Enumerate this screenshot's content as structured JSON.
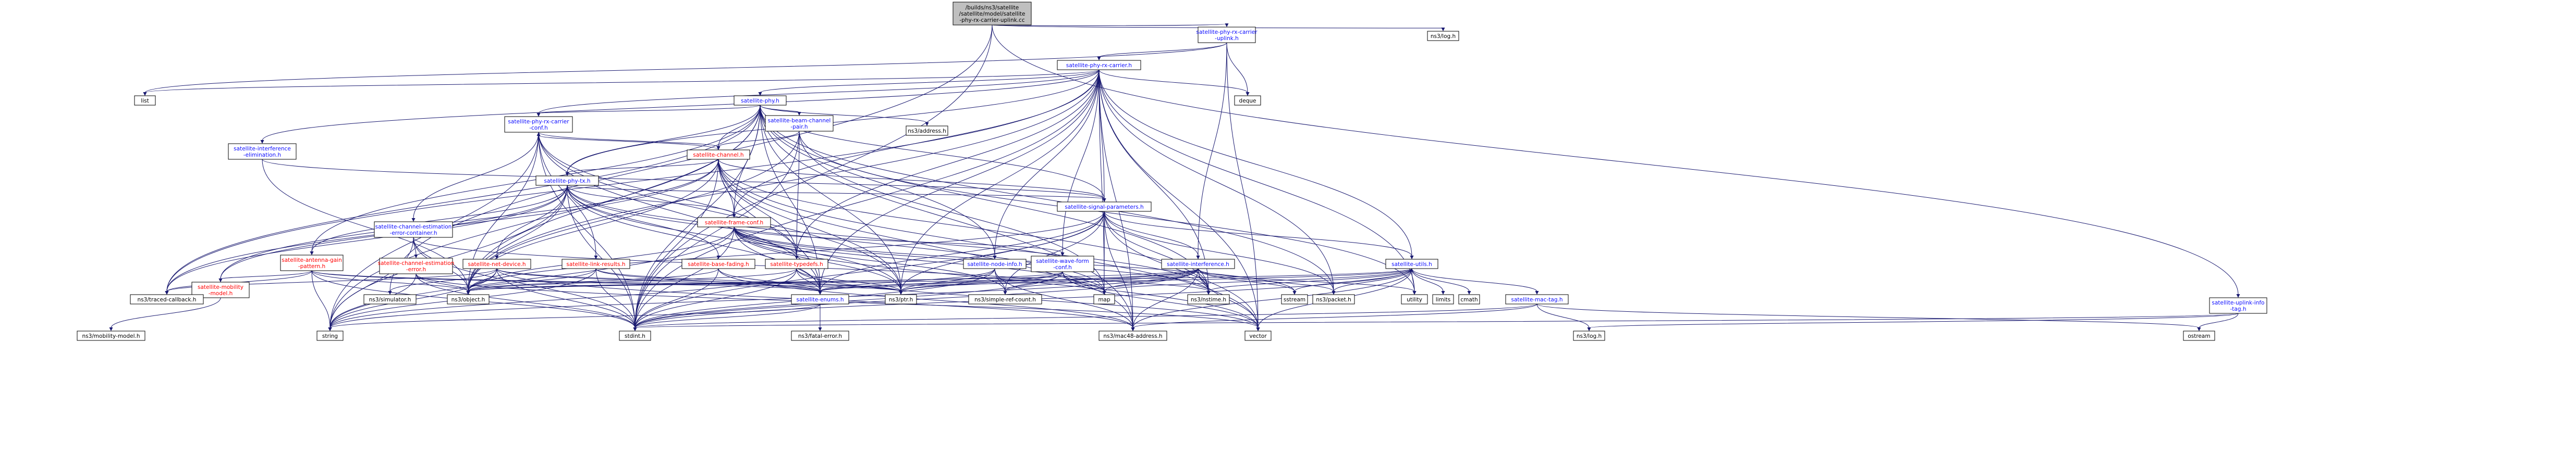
{
  "graph": {
    "colors": {
      "edge": "#191970",
      "link_text": "#0d0dff",
      "missing_text": "#ff0000",
      "root_fill": "#bfbfbf"
    },
    "nodes": [
      {
        "id": "root",
        "lines": [
          "/builds/ns3/satellite",
          "/satellite/model/satellite",
          "-phy-rx-carrier-uplink.cc"
        ],
        "kind": "root"
      },
      {
        "id": "rxul",
        "lines": [
          "satellite-phy-rx-carrier",
          "-uplink.h"
        ],
        "kind": "link"
      },
      {
        "id": "log",
        "lines": [
          "ns3/log.h"
        ],
        "kind": "plain"
      },
      {
        "id": "uplinkinfo",
        "lines": [
          "satellite-uplink-info",
          "-tag.h"
        ],
        "kind": "link"
      },
      {
        "id": "rxc",
        "lines": [
          "satellite-phy-rx-carrier.h"
        ],
        "kind": "link"
      },
      {
        "id": "list",
        "lines": [
          "list"
        ],
        "kind": "plain"
      },
      {
        "id": "phyh",
        "lines": [
          "satellite-phy.h"
        ],
        "kind": "link"
      },
      {
        "id": "deque",
        "lines": [
          "deque"
        ],
        "kind": "plain"
      },
      {
        "id": "ielim",
        "lines": [
          "satellite-interference",
          "-elimination.h"
        ],
        "kind": "link"
      },
      {
        "id": "rxconf",
        "lines": [
          "satellite-phy-rx-carrier",
          "-conf.h"
        ],
        "kind": "link"
      },
      {
        "id": "address",
        "lines": [
          "ns3/address.h"
        ],
        "kind": "plain"
      },
      {
        "id": "beampan",
        "lines": [
          "satellite-beam-channel",
          "-pair.h"
        ],
        "kind": "link"
      },
      {
        "id": "channel",
        "lines": [
          "satellite-channel.h"
        ],
        "kind": "missing"
      },
      {
        "id": "phytx",
        "lines": [
          "satellite-phy-tx.h"
        ],
        "kind": "link"
      },
      {
        "id": "cee",
        "lines": [
          "satellite-channel-estimation",
          "-error-container.h"
        ],
        "kind": "link"
      },
      {
        "id": "frameconf",
        "lines": [
          "satellite-frame-conf.h"
        ],
        "kind": "missing"
      },
      {
        "id": "sigparams",
        "lines": [
          "satellite-signal-parameters.h"
        ],
        "kind": "link"
      },
      {
        "id": "antenna",
        "lines": [
          "satellite-antenna-gain",
          "-pattern.h"
        ],
        "kind": "missing"
      },
      {
        "id": "netdev",
        "lines": [
          "satellite-net-device.h"
        ],
        "kind": "missing"
      },
      {
        "id": "ceerr",
        "lines": [
          "satellite-channel-estimation",
          "-error.h"
        ],
        "kind": "missing"
      },
      {
        "id": "linkres",
        "lines": [
          "satellite-link-results.h"
        ],
        "kind": "missing"
      },
      {
        "id": "basefad",
        "lines": [
          "satellite-base-fading.h"
        ],
        "kind": "missing"
      },
      {
        "id": "typedefs",
        "lines": [
          "satellite-typedefs.h"
        ],
        "kind": "missing"
      },
      {
        "id": "nodeinfo",
        "lines": [
          "satellite-node-info.h"
        ],
        "kind": "link"
      },
      {
        "id": "waveform",
        "lines": [
          "satellite-wave-form",
          "-conf.h"
        ],
        "kind": "link"
      },
      {
        "id": "interference",
        "lines": [
          "satellite-interference.h"
        ],
        "kind": "link"
      },
      {
        "id": "utils",
        "lines": [
          "satellite-utils.h"
        ],
        "kind": "link"
      },
      {
        "id": "mobilitymodel",
        "lines": [
          "satellite-mobility",
          "-model.h"
        ],
        "kind": "missing"
      },
      {
        "id": "traced",
        "lines": [
          "ns3/traced-callback.h"
        ],
        "kind": "plain"
      },
      {
        "id": "simulator",
        "lines": [
          "ns3/simulator.h"
        ],
        "kind": "plain"
      },
      {
        "id": "object",
        "lines": [
          "ns3/object.h"
        ],
        "kind": "plain"
      },
      {
        "id": "enums",
        "lines": [
          "satellite-enums.h"
        ],
        "kind": "link"
      },
      {
        "id": "ptr",
        "lines": [
          "ns3/ptr.h"
        ],
        "kind": "plain"
      },
      {
        "id": "simplerc",
        "lines": [
          "ns3/simple-ref-count.h"
        ],
        "kind": "plain"
      },
      {
        "id": "map",
        "lines": [
          "map"
        ],
        "kind": "plain"
      },
      {
        "id": "nstime",
        "lines": [
          "ns3/nstime.h"
        ],
        "kind": "plain"
      },
      {
        "id": "sstream",
        "lines": [
          "sstream"
        ],
        "kind": "plain"
      },
      {
        "id": "packet",
        "lines": [
          "ns3/packet.h"
        ],
        "kind": "plain"
      },
      {
        "id": "utility",
        "lines": [
          "utility"
        ],
        "kind": "plain"
      },
      {
        "id": "limits",
        "lines": [
          "limits"
        ],
        "kind": "plain"
      },
      {
        "id": "cmath",
        "lines": [
          "cmath"
        ],
        "kind": "plain"
      },
      {
        "id": "mactag",
        "lines": [
          "satellite-mac-tag.h"
        ],
        "kind": "link"
      },
      {
        "id": "ns3mob",
        "lines": [
          "ns3/mobility-model.h"
        ],
        "kind": "plain"
      },
      {
        "id": "fatal",
        "lines": [
          "ns3/fatal-error.h"
        ],
        "kind": "plain"
      },
      {
        "id": "string",
        "lines": [
          "string"
        ],
        "kind": "plain"
      },
      {
        "id": "stdint",
        "lines": [
          "stdint.h"
        ],
        "kind": "plain"
      },
      {
        "id": "mac48",
        "lines": [
          "ns3/mac48-address.h"
        ],
        "kind": "plain"
      },
      {
        "id": "vector",
        "lines": [
          "vector"
        ],
        "kind": "plain"
      },
      {
        "id": "ostream",
        "lines": [
          "ostream"
        ],
        "kind": "plain"
      },
      {
        "id": "taglog",
        "lines": [
          "ns3/log.h"
        ],
        "kind": "plain"
      }
    ],
    "edges": [
      [
        "root",
        "rxul"
      ],
      [
        "root",
        "log"
      ],
      [
        "root",
        "uplinkinfo"
      ],
      [
        "root",
        "simulator"
      ],
      [
        "root",
        "stdint"
      ],
      [
        "rxul",
        "rxc"
      ],
      [
        "rxul",
        "deque"
      ],
      [
        "rxul",
        "vector"
      ],
      [
        "rxul",
        "interference"
      ],
      [
        "rxul",
        "list"
      ],
      [
        "uplinkinfo",
        "ostream"
      ],
      [
        "uplinkinfo",
        "taglog"
      ],
      [
        "uplinkinfo",
        "stdint"
      ],
      [
        "rxc",
        "phyh"
      ],
      [
        "rxc",
        "list"
      ],
      [
        "rxc",
        "deque"
      ],
      [
        "rxc",
        "ielim"
      ],
      [
        "rxc",
        "rxconf"
      ],
      [
        "rxc",
        "phytx"
      ],
      [
        "rxc",
        "sigparams"
      ],
      [
        "rxc",
        "utils"
      ],
      [
        "rxc",
        "enums"
      ],
      [
        "rxc",
        "object"
      ],
      [
        "rxc",
        "ptr"
      ],
      [
        "rxc",
        "nstime"
      ],
      [
        "rxc",
        "map"
      ],
      [
        "rxc",
        "vector"
      ],
      [
        "rxc",
        "stdint"
      ],
      [
        "rxc",
        "mac48"
      ],
      [
        "rxc",
        "traced"
      ],
      [
        "rxc",
        "utility"
      ],
      [
        "rxc",
        "packet"
      ],
      [
        "rxc",
        "waveform"
      ],
      [
        "rxc",
        "nodeinfo"
      ],
      [
        "rxc",
        "typedefs"
      ],
      [
        "rxc",
        "frameconf"
      ],
      [
        "phyh",
        "address"
      ],
      [
        "phyh",
        "beampan"
      ],
      [
        "phyh",
        "rxconf"
      ],
      [
        "phyh",
        "channel"
      ],
      [
        "phyh",
        "phytx"
      ],
      [
        "phyh",
        "frameconf"
      ],
      [
        "phyh",
        "sigparams"
      ],
      [
        "phyh",
        "antenna"
      ],
      [
        "phyh",
        "object"
      ],
      [
        "phyh",
        "ptr"
      ],
      [
        "phyh",
        "nstime"
      ],
      [
        "phyh",
        "enums"
      ],
      [
        "phyh",
        "nodeinfo"
      ],
      [
        "phyh",
        "string"
      ],
      [
        "phyh",
        "stdint"
      ],
      [
        "phyh",
        "packet"
      ],
      [
        "phyh",
        "mac48"
      ],
      [
        "phyh",
        "traced"
      ],
      [
        "ielim",
        "sigparams"
      ],
      [
        "ielim",
        "object"
      ],
      [
        "rxconf",
        "channel"
      ],
      [
        "rxconf",
        "cee"
      ],
      [
        "rxconf",
        "linkres"
      ],
      [
        "rxconf",
        "typedefs"
      ],
      [
        "rxconf",
        "object"
      ],
      [
        "rxconf",
        "ptr"
      ],
      [
        "rxconf",
        "stdint"
      ],
      [
        "rxconf",
        "string"
      ],
      [
        "rxconf",
        "enums"
      ],
      [
        "beampan",
        "channel"
      ],
      [
        "beampan",
        "map"
      ],
      [
        "beampan",
        "utility"
      ],
      [
        "beampan",
        "stdint"
      ],
      [
        "beampan",
        "object"
      ],
      [
        "beampan",
        "typedefs"
      ],
      [
        "channel",
        "phytx"
      ],
      [
        "channel",
        "rxconf"
      ],
      [
        "channel",
        "sigparams"
      ],
      [
        "channel",
        "typedefs"
      ],
      [
        "channel",
        "frameconf"
      ],
      [
        "channel",
        "object"
      ],
      [
        "channel",
        "ptr"
      ],
      [
        "channel",
        "stdint"
      ],
      [
        "channel",
        "nstime"
      ],
      [
        "channel",
        "enums"
      ],
      [
        "channel",
        "mac48"
      ],
      [
        "channel",
        "vector"
      ],
      [
        "channel",
        "traced"
      ],
      [
        "channel",
        "mobilitymodel"
      ],
      [
        "phytx",
        "basefad"
      ],
      [
        "phytx",
        "sigparams"
      ],
      [
        "phytx",
        "antenna"
      ],
      [
        "phytx",
        "netdev"
      ],
      [
        "phytx",
        "object"
      ],
      [
        "phytx",
        "ptr"
      ],
      [
        "phytx",
        "nstime"
      ],
      [
        "phytx",
        "stdint"
      ],
      [
        "phytx",
        "string"
      ],
      [
        "phytx",
        "enums"
      ],
      [
        "phytx",
        "mobilitymodel"
      ],
      [
        "phytx",
        "frameconf"
      ],
      [
        "phytx",
        "traced"
      ],
      [
        "phytx",
        "map"
      ],
      [
        "cee",
        "ceerr"
      ],
      [
        "cee",
        "object"
      ],
      [
        "cee",
        "stdint"
      ],
      [
        "cee",
        "string"
      ],
      [
        "cee",
        "map"
      ],
      [
        "frameconf",
        "waveform"
      ],
      [
        "frameconf",
        "enums"
      ],
      [
        "frameconf",
        "typedefs"
      ],
      [
        "frameconf",
        "object"
      ],
      [
        "frameconf",
        "ptr"
      ],
      [
        "frameconf",
        "map"
      ],
      [
        "frameconf",
        "vector"
      ],
      [
        "frameconf",
        "stdint"
      ],
      [
        "frameconf",
        "simplerc"
      ],
      [
        "frameconf",
        "nstime"
      ],
      [
        "frameconf",
        "string"
      ],
      [
        "frameconf",
        "sstream"
      ],
      [
        "sigparams",
        "interference"
      ],
      [
        "sigparams",
        "utils"
      ],
      [
        "sigparams",
        "enums"
      ],
      [
        "sigparams",
        "object"
      ],
      [
        "sigparams",
        "ptr"
      ],
      [
        "sigparams",
        "nstime"
      ],
      [
        "sigparams",
        "packet"
      ],
      [
        "sigparams",
        "simplerc"
      ],
      [
        "sigparams",
        "map"
      ],
      [
        "sigparams",
        "vector"
      ],
      [
        "sigparams",
        "stdint"
      ],
      [
        "sigparams",
        "mac48"
      ],
      [
        "antenna",
        "traced"
      ],
      [
        "antenna",
        "object"
      ],
      [
        "antenna",
        "stdint"
      ],
      [
        "antenna",
        "string"
      ],
      [
        "antenna",
        "ptr"
      ],
      [
        "antenna",
        "mobilitymodel"
      ],
      [
        "antenna",
        "enums"
      ],
      [
        "netdev",
        "traced"
      ],
      [
        "netdev",
        "object"
      ],
      [
        "netdev",
        "simulator"
      ],
      [
        "netdev",
        "enums"
      ],
      [
        "netdev",
        "mac48"
      ],
      [
        "netdev",
        "stdint"
      ],
      [
        "netdev",
        "string"
      ],
      [
        "netdev",
        "ptr"
      ],
      [
        "ceerr",
        "object"
      ],
      [
        "ceerr",
        "stdint"
      ],
      [
        "ceerr",
        "string"
      ],
      [
        "ceerr",
        "vector"
      ],
      [
        "linkres",
        "enums"
      ],
      [
        "linkres",
        "object"
      ],
      [
        "linkres",
        "stdint"
      ],
      [
        "linkres",
        "string"
      ],
      [
        "linkres",
        "ptr"
      ],
      [
        "basefad",
        "object"
      ],
      [
        "basefad",
        "stdint"
      ],
      [
        "basefad",
        "enums"
      ],
      [
        "basefad",
        "mac48"
      ],
      [
        "typedefs",
        "enums"
      ],
      [
        "typedefs",
        "object"
      ],
      [
        "typedefs",
        "ptr"
      ],
      [
        "typedefs",
        "vector"
      ],
      [
        "typedefs",
        "stdint"
      ],
      [
        "typedefs",
        "string"
      ],
      [
        "nodeinfo",
        "enums"
      ],
      [
        "nodeinfo",
        "mac48"
      ],
      [
        "nodeinfo",
        "simplerc"
      ],
      [
        "nodeinfo",
        "stdint"
      ],
      [
        "nodeinfo",
        "ptr"
      ],
      [
        "waveform",
        "enums"
      ],
      [
        "waveform",
        "object"
      ],
      [
        "waveform",
        "ptr"
      ],
      [
        "waveform",
        "simplerc"
      ],
      [
        "waveform",
        "nstime"
      ],
      [
        "waveform",
        "map"
      ],
      [
        "waveform",
        "vector"
      ],
      [
        "waveform",
        "stdint"
      ],
      [
        "interference",
        "enums"
      ],
      [
        "interference",
        "object"
      ],
      [
        "interference",
        "ptr"
      ],
      [
        "interference",
        "simplerc"
      ],
      [
        "interference",
        "nstime"
      ],
      [
        "interference",
        "packet"
      ],
      [
        "interference",
        "map"
      ],
      [
        "interference",
        "vector"
      ],
      [
        "interference",
        "utility"
      ],
      [
        "interference",
        "mac48"
      ],
      [
        "interference",
        "stdint"
      ],
      [
        "interference",
        "string"
      ],
      [
        "interference",
        "sstream"
      ],
      [
        "utils",
        "enums"
      ],
      [
        "utils",
        "mactag"
      ],
      [
        "utils",
        "limits"
      ],
      [
        "utils",
        "cmath"
      ],
      [
        "utils",
        "utility"
      ],
      [
        "utils",
        "map"
      ],
      [
        "utils",
        "sstream"
      ],
      [
        "utils",
        "vector"
      ],
      [
        "utils",
        "stdint"
      ],
      [
        "utils",
        "mac48"
      ],
      [
        "utils",
        "packet"
      ],
      [
        "utils",
        "nstime"
      ],
      [
        "utils",
        "object"
      ],
      [
        "mobilitymodel",
        "ns3mob"
      ],
      [
        "enums",
        "fatal"
      ],
      [
        "enums",
        "string"
      ],
      [
        "enums",
        "stdint"
      ],
      [
        "mactag",
        "taglog"
      ],
      [
        "mactag",
        "ostream"
      ],
      [
        "mactag",
        "mac48"
      ],
      [
        "mactag",
        "stdint"
      ]
    ]
  }
}
